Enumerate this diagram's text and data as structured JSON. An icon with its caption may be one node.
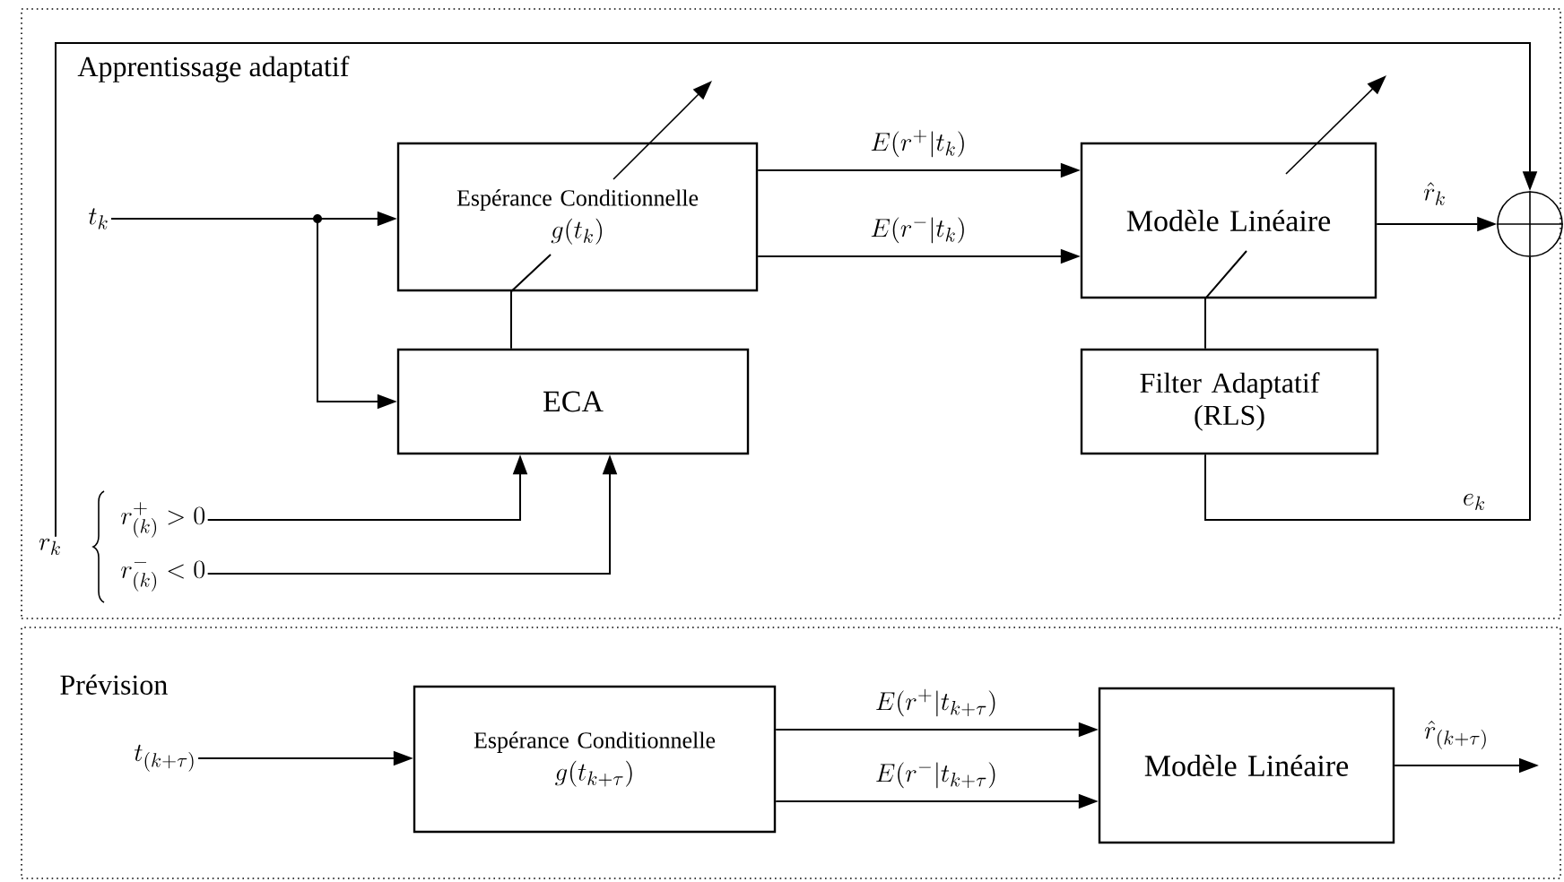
{
  "diagram": {
    "nodes": [
      {
        "text": [
          "Apprentissage adaptatif"
        ]
      },
      {
        "text": [
          "t_k"
        ],
        "in": 0
      },
      {
        "text": [
          "Espérance Conditionnelle",
          "g(t_k)"
        ],
        "in": 0
      },
      {
        "text": [
          "ECA"
        ],
        "in": 0
      },
      {
        "text": [
          "Modèle Linéaire"
        ],
        "in": 0
      },
      {
        "text": [
          "Filter Adaptatif (RLS)"
        ],
        "in": 0
      },
      {
        "text": [],
        "shape": "circle",
        "in": 0
      },
      {
        "text": [
          "r_k"
        ],
        "in": 0
      },
      {
        "text": [
          "r^{+}_{(k)}>0"
        ],
        "in": 0
      },
      {
        "text": [
          "r^{-}_{(k)}<0"
        ],
        "in": 0
      },
      {
        "text": [
          "Prévision"
        ]
      },
      {
        "text": [
          "t_{(k+\\tau)}"
        ],
        "in": 10
      },
      {
        "text": [
          "Espérance Conditionnelle",
          "g(t_{k+\\tau})"
        ],
        "in": 10
      },
      {
        "text": [
          "Modèle Linéaire"
        ],
        "in": 10
      }
    ],
    "edges": [
      {
        "from": 1,
        "to": 2,
        "arrow": "to"
      },
      {
        "from": 1,
        "to": 3,
        "arrow": "to"
      },
      {
        "from": 2,
        "to": 4,
        "arrow": "to",
        "label": "E(r^{+}|t_k)"
      },
      {
        "from": 2,
        "to": 4,
        "arrow": "to",
        "label": "E(r^{-}|t_k)"
      },
      {
        "from": 3,
        "to": 2,
        "arrow": "none"
      },
      {
        "from": 4,
        "to": 6,
        "arrow": "to",
        "label": "\\hat{r}_k"
      },
      {
        "from": 5,
        "to": 4,
        "arrow": "none"
      },
      {
        "from": 6,
        "to": 5,
        "arrow": "none",
        "label": "e_k"
      },
      {
        "from": 7,
        "to": 6,
        "arrow": "to"
      },
      {
        "from": 8,
        "to": 3,
        "arrow": "to"
      },
      {
        "from": 9,
        "to": 3,
        "arrow": "to"
      },
      {
        "from": 11,
        "to": 12,
        "arrow": "to"
      },
      {
        "from": 12,
        "to": 13,
        "arrow": "to",
        "label": "E(r^{+}|t_{k+\\tau})"
      },
      {
        "from": 12,
        "to": 13,
        "arrow": "to",
        "label": "E(r^{-}|t_{k+\\tau})"
      },
      {
        "from": 13,
        "to": null,
        "arrow": "to",
        "label": "\\hat{r}_{(k+\\tau)}"
      }
    ]
  }
}
